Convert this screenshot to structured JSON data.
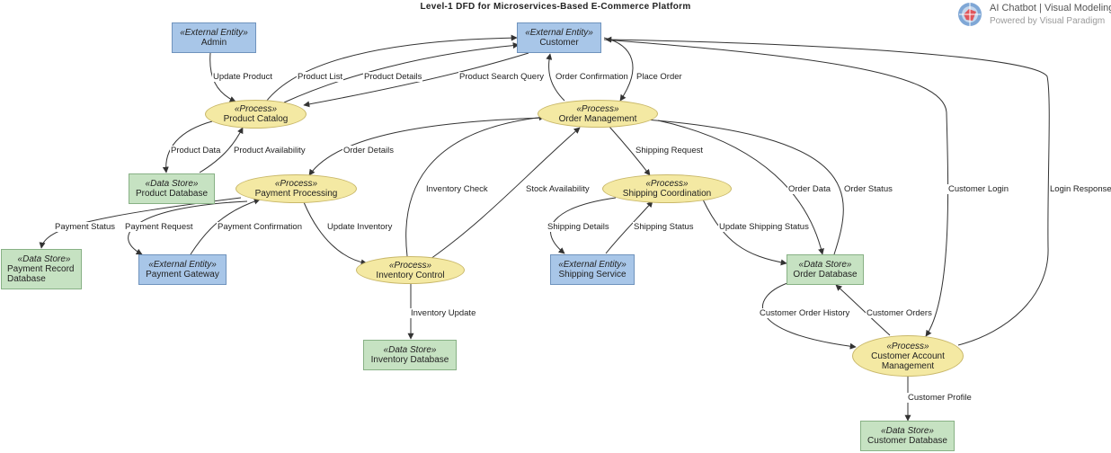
{
  "title": "Level-1 DFD for Microservices-Based E-Commerce Platform",
  "branding": {
    "title": "AI Chatbot | Visual Modeling",
    "subtitle": "Powered by Visual Paradigm"
  },
  "colors": {
    "external": "#a8c6e8",
    "process": "#f4e9a3",
    "store": "#c6e2c2",
    "edge": "#333333"
  },
  "nodes": {
    "admin": {
      "stereotype": "«External Entity»",
      "name": "Admin"
    },
    "customer": {
      "stereotype": "«External Entity»",
      "name": "Customer"
    },
    "product_catalog": {
      "stereotype": "«Process»",
      "name": "Product Catalog"
    },
    "order_management": {
      "stereotype": "«Process»",
      "name": "Order Management"
    },
    "product_database": {
      "stereotype": "«Data Store»",
      "name": "Product Database"
    },
    "payment_processing": {
      "stereotype": "«Process»",
      "name": "Payment Processing"
    },
    "shipping_coordination": {
      "stereotype": "«Process»",
      "name": "Shipping Coordination"
    },
    "payment_record_database": {
      "stereotype": "«Data Store»",
      "name_line1": "Payment Record",
      "name_line2": "Database"
    },
    "payment_gateway": {
      "stereotype": "«External Entity»",
      "name": "Payment Gateway"
    },
    "inventory_control": {
      "stereotype": "«Process»",
      "name": "Inventory Control"
    },
    "shipping_service": {
      "stereotype": "«External Entity»",
      "name": "Shipping Service"
    },
    "order_database": {
      "stereotype": "«Data Store»",
      "name": "Order Database"
    },
    "inventory_database": {
      "stereotype": "«Data Store»",
      "name": "Inventory Database"
    },
    "customer_account_management": {
      "stereotype": "«Process»",
      "name_line1": "Customer Account",
      "name_line2": "Management"
    },
    "customer_database": {
      "stereotype": "«Data Store»",
      "name": "Customer Database"
    }
  },
  "flows": {
    "update_product": "Update Product",
    "product_list": "Product List",
    "product_details": "Product Details",
    "product_search_query": "Product Search Query",
    "order_confirmation": "Order Confirmation",
    "place_order": "Place Order",
    "product_data": "Product Data",
    "product_availability": "Product Availability",
    "order_details": "Order Details",
    "shipping_request": "Shipping Request",
    "inventory_check": "Inventory Check",
    "stock_availability": "Stock Availability",
    "order_data": "Order Data",
    "order_status": "Order Status",
    "customer_login": "Customer Login",
    "login_response": "Login Response",
    "payment_status": "Payment Status",
    "payment_request": "Payment Request",
    "payment_confirmation": "Payment Confirmation",
    "update_inventory": "Update Inventory",
    "shipping_details": "Shipping Details",
    "shipping_status": "Shipping Status",
    "update_shipping_status": "Update Shipping Status",
    "inventory_update": "Inventory Update",
    "customer_order_history": "Customer Order History",
    "customer_orders": "Customer Orders",
    "customer_profile": "Customer Profile"
  }
}
